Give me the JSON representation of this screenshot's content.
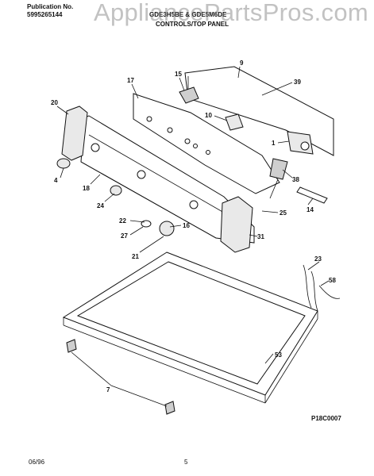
{
  "header": {
    "publication_label": "Publication No.",
    "publication_number": "5995265144",
    "models": "GDE3H5BE & GDE5M6DE",
    "section_title": "CONTROLS/TOP PANEL"
  },
  "watermark": "AppliancePartsPros.com",
  "callouts": {
    "c9": "9",
    "c39": "39",
    "c17": "17",
    "c15": "15",
    "c20": "20",
    "c10": "10",
    "c1": "1",
    "c4": "4",
    "c18": "18",
    "c38": "38",
    "c24": "24",
    "c14": "14",
    "c22": "22",
    "c25": "25",
    "c16": "16",
    "c27": "27",
    "c31": "31",
    "c21": "21",
    "c23": "23",
    "c58": "58",
    "c53": "53",
    "c7": "7"
  },
  "figure_code": "P18C0007",
  "footer": {
    "date": "06/96",
    "page": "5"
  }
}
